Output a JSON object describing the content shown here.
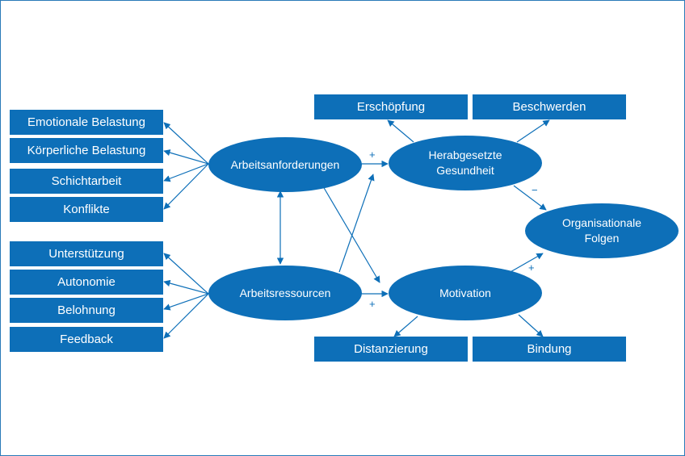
{
  "demands_boxes": [
    "Emotionale Belastung",
    "Körperliche Belastung",
    "Schichtarbeit",
    "Konflikte"
  ],
  "resource_boxes": [
    "Unterstützung",
    "Autonomie",
    "Belohnung",
    "Feedback"
  ],
  "health_boxes": [
    "Erschöpfung",
    "Beschwerden"
  ],
  "motivation_boxes": [
    "Distanzierung",
    "Bindung"
  ],
  "nodes": {
    "demands": "Arbeitsanforderungen",
    "resources": "Arbeitsressourcen",
    "health_line1": "Herabgesetzte",
    "health_line2": "Gesundheit",
    "motivation": "Motivation",
    "outcome_line1": "Organisationale",
    "outcome_line2": "Folgen"
  },
  "signs": {
    "demands_health": "+",
    "resources_motivation": "+",
    "health_outcome": "−",
    "motivation_outcome": "+"
  },
  "colors": {
    "primary": "#0d6fb8",
    "frame": "#2a7ab8"
  }
}
